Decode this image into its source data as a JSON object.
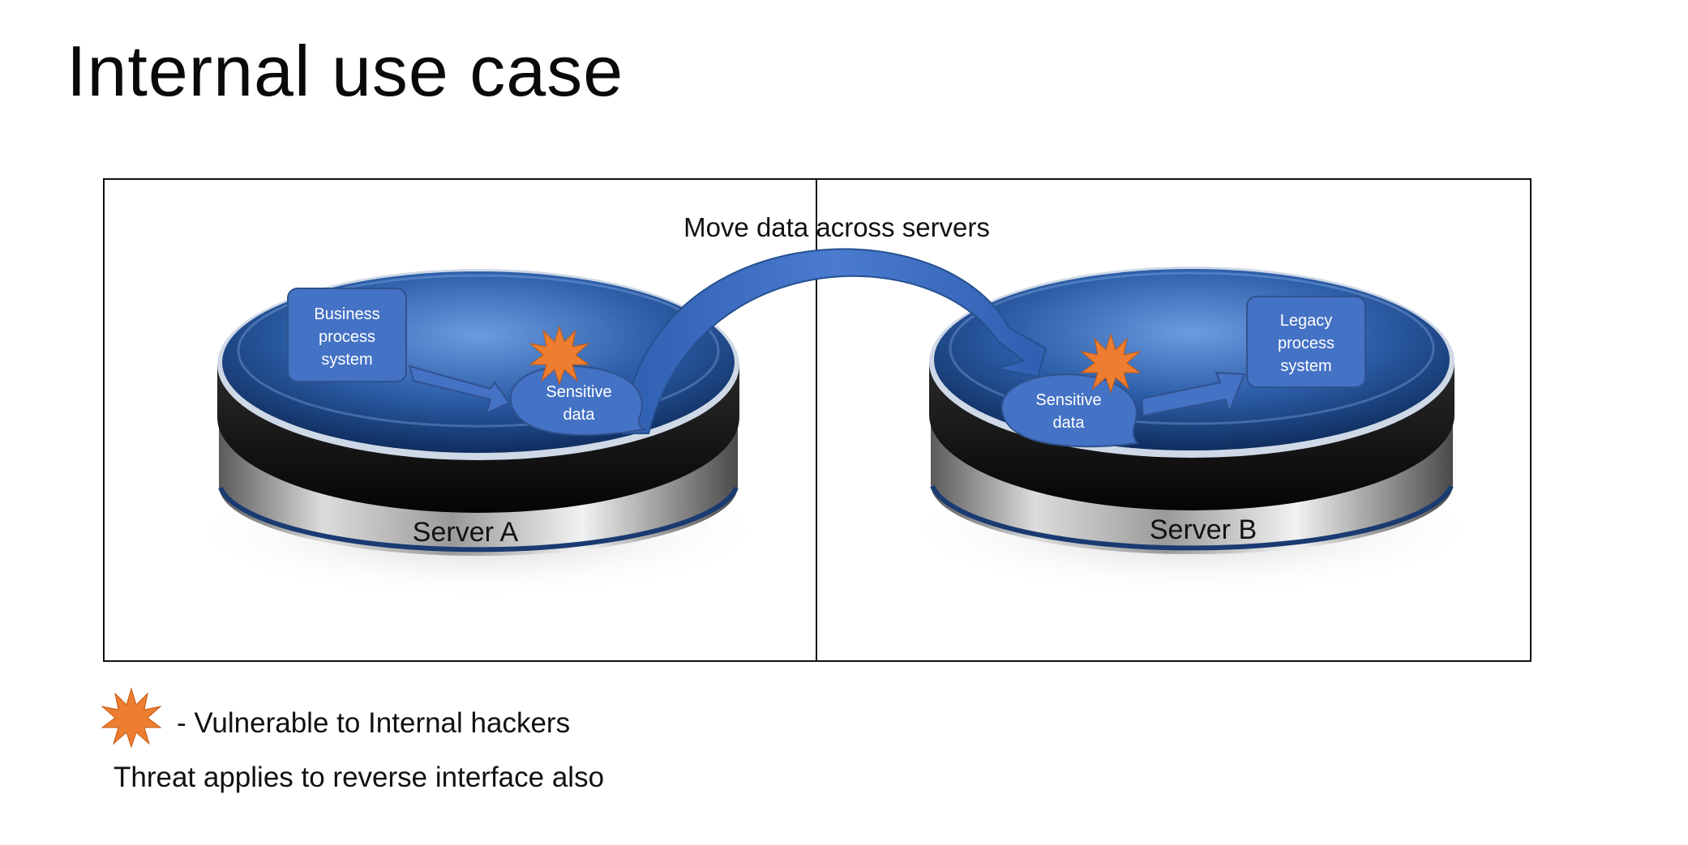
{
  "slide": {
    "title": "Internal use case"
  },
  "diagram": {
    "arrow_label": "Move data across servers",
    "server_a": {
      "label": "Server A",
      "source_box": [
        "Business",
        "process",
        "system"
      ],
      "data_node": [
        "Sensitive",
        "data"
      ]
    },
    "server_b": {
      "label": "Server B",
      "data_node": [
        "Sensitive",
        "data"
      ],
      "target_box": [
        "Legacy",
        "process",
        "system"
      ]
    }
  },
  "legend": {
    "icon": "starburst-icon",
    "text": "- Vulnerable to Internal hackers",
    "note": "Threat applies to reverse interface also"
  },
  "colors": {
    "box_fill": "#4472c4",
    "box_stroke": "#2f528f",
    "starburst": "#ed7d31",
    "disk_blue": "#2a5aa0"
  }
}
